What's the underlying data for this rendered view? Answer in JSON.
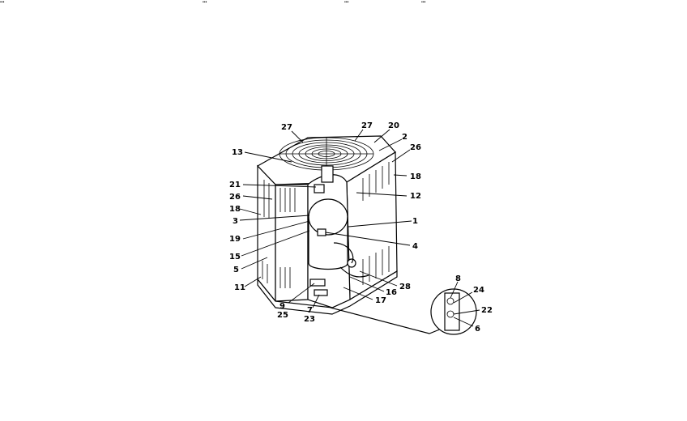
{
  "header_fragments": [
    "…",
    "…",
    "…",
    "…"
  ],
  "callouts": [
    {
      "id": "c27a",
      "text": "27"
    },
    {
      "id": "c27b",
      "text": "27"
    },
    {
      "id": "c20",
      "text": "20"
    },
    {
      "id": "c2",
      "text": "2"
    },
    {
      "id": "c26a",
      "text": "26"
    },
    {
      "id": "c18a",
      "text": "18"
    },
    {
      "id": "c12",
      "text": "12"
    },
    {
      "id": "c13",
      "text": "13"
    },
    {
      "id": "c21",
      "text": "21"
    },
    {
      "id": "c26b",
      "text": "26"
    },
    {
      "id": "c18b",
      "text": "18"
    },
    {
      "id": "c3",
      "text": "3"
    },
    {
      "id": "c19",
      "text": "19"
    },
    {
      "id": "c15",
      "text": "15"
    },
    {
      "id": "c5",
      "text": "5"
    },
    {
      "id": "c11",
      "text": "11"
    },
    {
      "id": "c1",
      "text": "1"
    },
    {
      "id": "c4",
      "text": "4"
    },
    {
      "id": "c28",
      "text": "28"
    },
    {
      "id": "c16",
      "text": "16"
    },
    {
      "id": "c17",
      "text": "17"
    },
    {
      "id": "c9",
      "text": "9"
    },
    {
      "id": "c25",
      "text": "25"
    },
    {
      "id": "c7",
      "text": "7"
    },
    {
      "id": "c23",
      "text": "23"
    },
    {
      "id": "c8",
      "text": "8"
    },
    {
      "id": "c24",
      "text": "24"
    },
    {
      "id": "c22",
      "text": "22"
    },
    {
      "id": "c6",
      "text": "6"
    }
  ]
}
